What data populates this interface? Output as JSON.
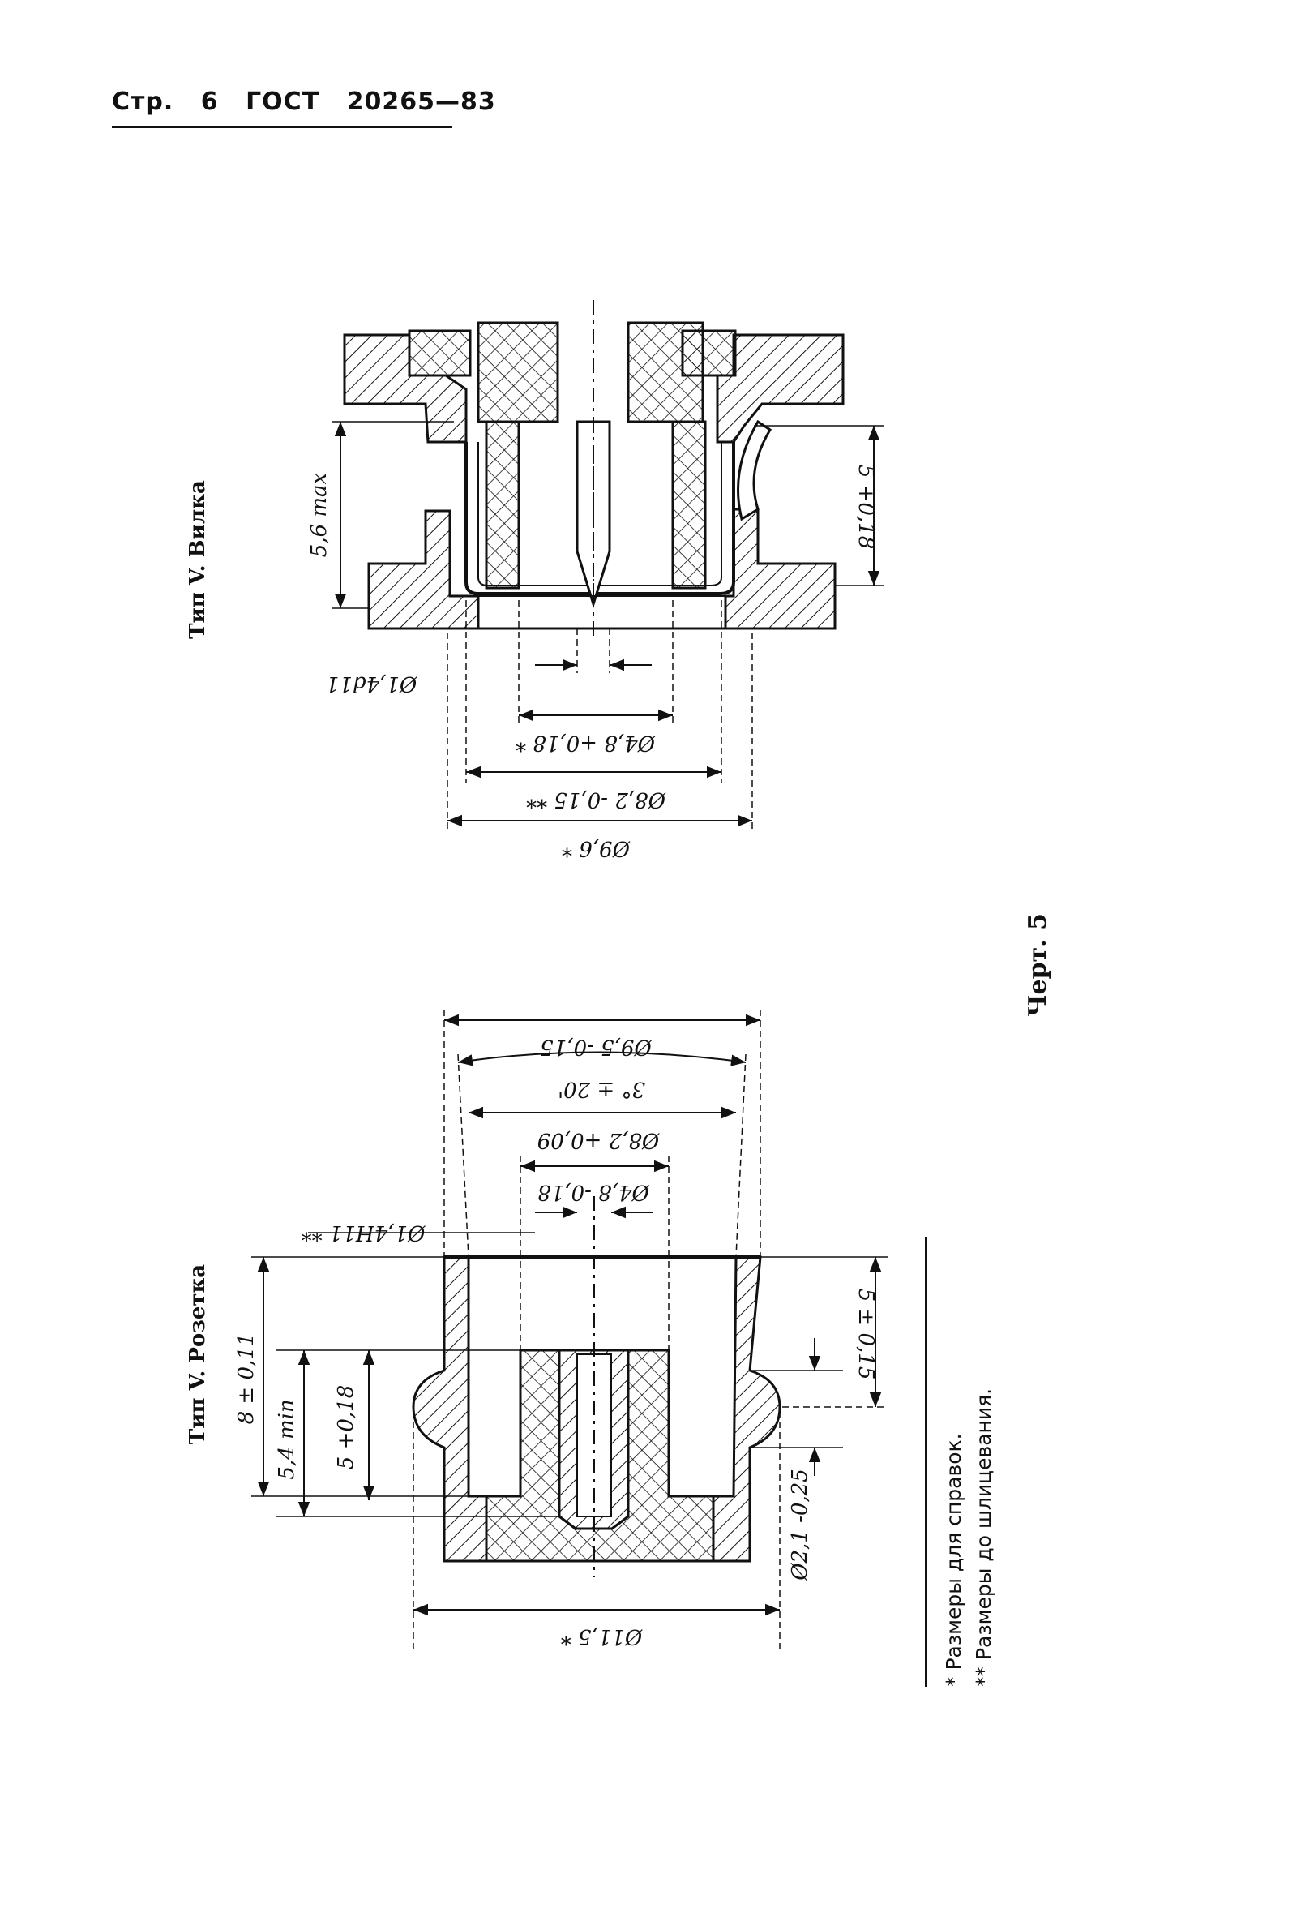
{
  "header": {
    "page_label": "Стр.",
    "page_number": "6",
    "standard": "ГОСТ",
    "standard_number": "20265—83"
  },
  "figure_plug": {
    "title": "Тип V. Вилка",
    "dims": {
      "h_5_6": "5,6 max",
      "h_5": "5 +0,18",
      "d_1_4": "Ø1,4d11",
      "d_4_8": "Ø4,8 +0,18 *",
      "d_8_2": "Ø8,2 -0,15 **",
      "d_9_6": "Ø9,6 *"
    }
  },
  "figure_socket": {
    "title": "Тип V. Розетка",
    "dims": {
      "d_9_5": "Ø9,5 -0,15",
      "angle": "3° ± 20'",
      "d_8_2": "Ø8,2 +0,09",
      "d_4_8": "Ø4,8 -0,18",
      "d_1_4": "Ø1,4H11 **",
      "h_8": "8 ± 0,11",
      "h_54": "5,4 min",
      "h_5a": "5 +0,18",
      "h_5b": "5 ± 0,15",
      "d_2_1": "Ø2,1 -0,25",
      "d_11_5": "Ø11,5 *"
    }
  },
  "figure_caption": "Черт. 5",
  "notes": [
    "* Размеры для справок.",
    "** Размеры до шлицевания."
  ]
}
